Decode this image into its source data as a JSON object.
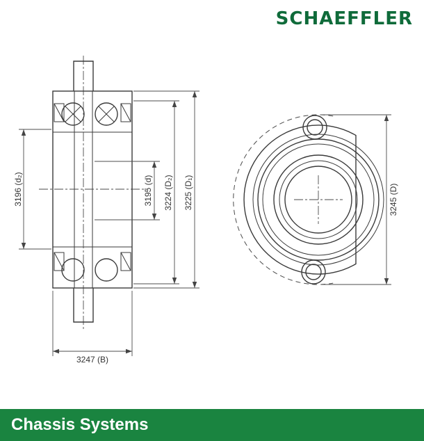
{
  "brand": {
    "logo_text": "SCHAEFFLER",
    "logo_color": "#0f6b3a"
  },
  "footer": {
    "label": "Chassis Systems",
    "bg_color": "#1a8440",
    "text_color": "#ffffff"
  },
  "drawing": {
    "line_color": "#3a3a3a",
    "dim_color": "#4c4c4c",
    "labels": {
      "d2": "3196 (d₂)",
      "d": "3195 (d)",
      "D2": "3224 (D₂)",
      "D1": "3225 (D₁)",
      "B": "3247 (B)",
      "D": "3245 (D)"
    }
  }
}
